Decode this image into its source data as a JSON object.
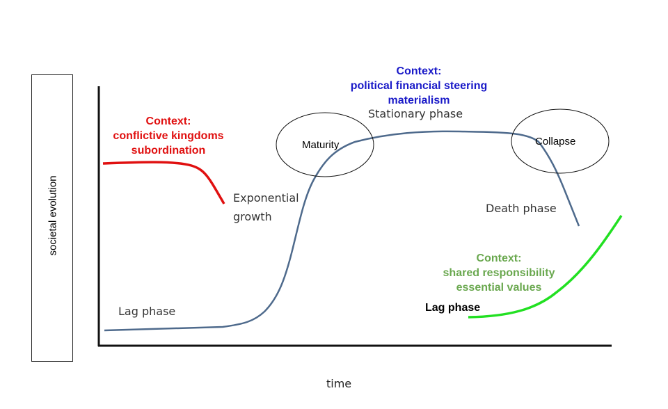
{
  "axes": {
    "y_label": "societal evolution",
    "x_label": "time"
  },
  "contexts": {
    "red": {
      "title": "Context:",
      "line1": "conflictive kingdoms",
      "line2": "subordination",
      "color": "#e01010"
    },
    "blue": {
      "title": "Context:",
      "line1": "political financial steering",
      "line2": "materialism",
      "color": "#1a1ac8"
    },
    "green": {
      "title": "Context:",
      "line1": "shared responsibility",
      "line2": "essential values",
      "color": "#6aa84f"
    }
  },
  "phases": {
    "lag": "Lag phase",
    "exp1": "Exponential",
    "exp2": "growth",
    "stationary": "Stationary phase",
    "death": "Death phase",
    "lag2": "Lag phase"
  },
  "circles": {
    "maturity": "Maturity",
    "collapse": "Collapse"
  },
  "colors": {
    "curve": "#4e6a8c",
    "red_line": "#e01010",
    "green_line": "#22e022"
  }
}
